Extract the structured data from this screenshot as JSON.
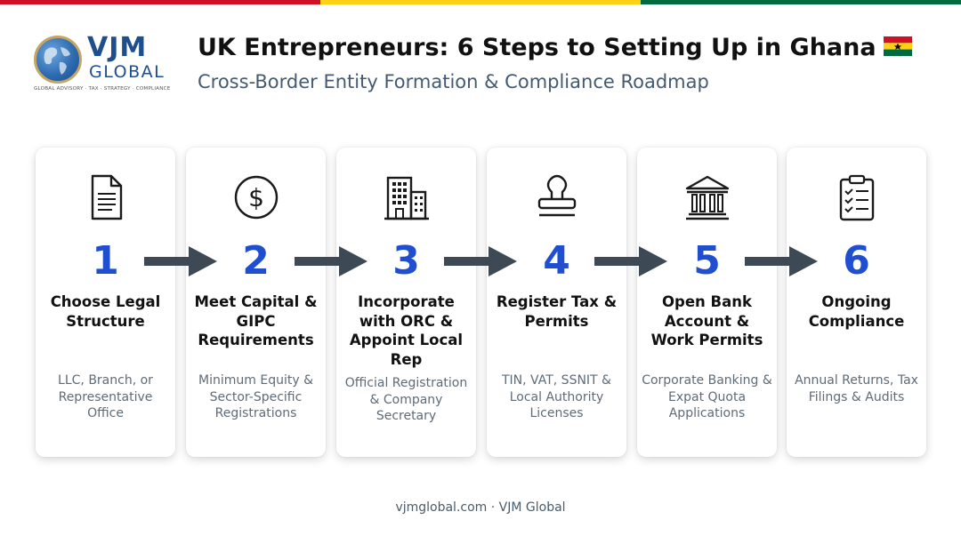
{
  "topbar": {
    "colors": [
      "#ce1126",
      "#fcd116",
      "#006b3f"
    ]
  },
  "logo": {
    "name": "VJM",
    "sub": "GLOBAL",
    "tagline": "GLOBAL ADVISORY · TAX · STRATEGY · COMPLIANCE"
  },
  "header": {
    "title": "UK Entrepreneurs: 6 Steps to Setting Up in Ghana",
    "flag_icon": "ghana-flag-icon",
    "subtitle": "Cross-Border Entity Formation & Compliance Roadmap"
  },
  "colors": {
    "accent": "#1f4fd0",
    "arrow": "#3d4a55",
    "text": "#111111",
    "muted": "#5f6b76"
  },
  "steps": [
    {
      "number": "1",
      "title": "Choose Legal Structure",
      "description": "LLC, Branch, or Representative Office",
      "icon": "document-icon"
    },
    {
      "number": "2",
      "title": "Meet Capital & GIPC Requirements",
      "description": "Minimum Equity & Sector-Specific Registrations",
      "icon": "dollar-coin-icon"
    },
    {
      "number": "3",
      "title": "Incorporate with ORC & Appoint Local Rep",
      "description": "Official Registration & Company Secretary",
      "icon": "office-building-icon"
    },
    {
      "number": "4",
      "title": "Register Tax & Permits",
      "description": "TIN, VAT, SSNIT & Local Authority Licenses",
      "icon": "stamp-icon"
    },
    {
      "number": "5",
      "title": "Open Bank Account & Work Permits",
      "description": "Corporate Banking & Expat Quota Applications",
      "icon": "bank-icon"
    },
    {
      "number": "6",
      "title": "Ongoing Compliance",
      "description": "Annual Returns, Tax Filings & Audits",
      "icon": "clipboard-checklist-icon"
    }
  ],
  "footer": {
    "text": "vjmglobal.com · VJM Global"
  }
}
